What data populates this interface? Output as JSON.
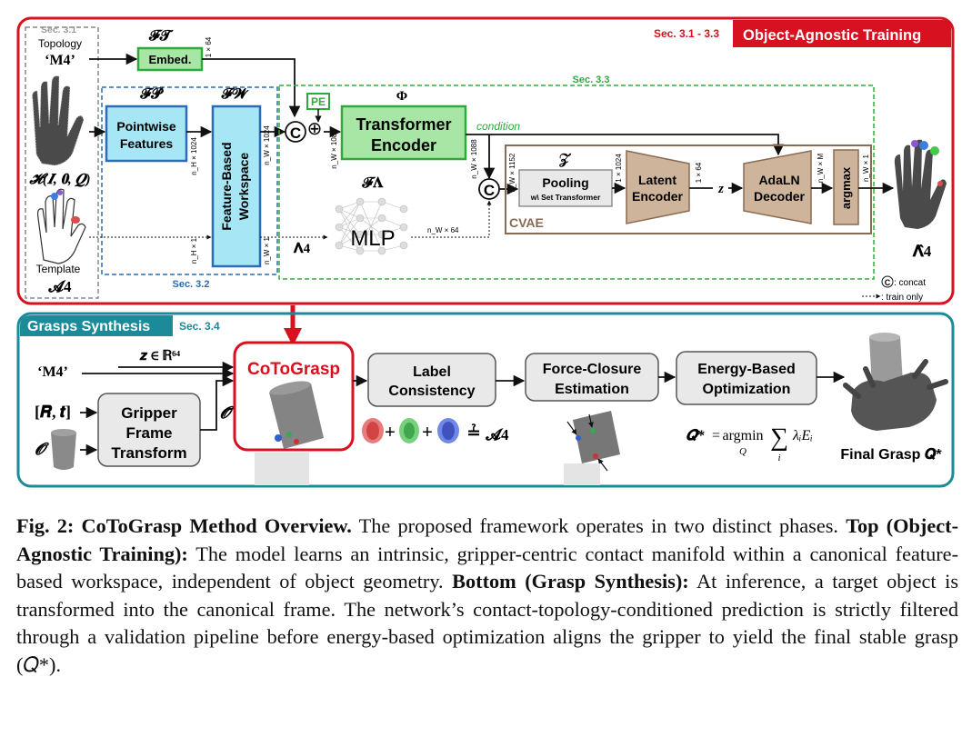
{
  "top": {
    "title": "Object-Agnostic Training",
    "sec_tag": "Sec. 3.1 - 3.3",
    "sec31": "Sec. 3.1",
    "sec32": "Sec. 3.2",
    "sec33": "Sec. 3.3",
    "topology_label": "Topology",
    "topology_value": "‘M4’",
    "f_t": "𝓕𝓣",
    "embed": "Embed.",
    "embed_dim": "1 × 64",
    "f_p": "𝓕𝓟",
    "f_w": "𝓕𝓦",
    "phi": "Φ",
    "pe": "PE",
    "pointwise_l1": "Pointwise",
    "pointwise_l2": "Features",
    "pointwise_dim_top": "n_H × 1024",
    "pointwise_dim_bot": "n_H × 1",
    "workspace_l1": "Feature-Based",
    "workspace_l2": "Workspace",
    "workspace_dim_top": "n_W × 1024",
    "workspace_dim_bot": "n_W × 1",
    "concat_dim": "n_W × 1088",
    "transformer_l1": "Transformer",
    "transformer_l2": "Encoder",
    "condition": "condition",
    "trans_dim": "n_W × 1088",
    "concat2_dim": "n_W × 1152",
    "z_cal": "𝒵",
    "pooling": "Pooling",
    "pooling_sub": "w\\ Set Transformer",
    "pool_dim": "1 × 1024",
    "latent_l1": "Latent",
    "latent_l2": "Encoder",
    "latent_dim": "1 × 64",
    "z": "z",
    "adaln_l1": "AdaLN",
    "adaln_l2": "Decoder",
    "adaln_dim": "n_W × M",
    "argmax": "argmax",
    "argmax_dim": "n_W × 1",
    "cvae": "CVAE",
    "f_lambda": "𝓕𝚲",
    "mlp": "MLP",
    "mlp_dim": "n_W × 64",
    "lambda4": "𝚲4",
    "lambda_hat": "𝚲̂4",
    "h_label": "𝓗(𝑰, 𝟎, 𝑸)",
    "template_label": "Template",
    "a4": "𝓐4",
    "legend_concat": ": concat",
    "legend_train": ": train only",
    "concat_symbol": "C"
  },
  "bottom": {
    "title": "Grasps Synthesis",
    "sec34": "Sec. 3.4",
    "z_in": "𝒛 ∈ ℝ⁶⁴",
    "m4": "‘M4’",
    "rt": "[𝑹, 𝒕]",
    "o": "𝓞",
    "o_tilde": "𝓞̃",
    "gripper_l1": "Gripper",
    "gripper_l2": "Frame",
    "gripper_l3": "Transform",
    "cotograsp": "CoToGrasp",
    "label_l1": "Label",
    "label_l2": "Consistency",
    "force_l1": "Force-Closure",
    "force_l2": "Estimation",
    "energy_l1": "Energy-Based",
    "energy_l2": "Optimization",
    "plus": "+",
    "q_eq": "=",
    "a4": "𝓐4",
    "q_star_lhs": "𝑸*",
    "argmin": "argmin",
    "argmin_sub": "Q",
    "sum": "∑",
    "sum_sub": "i",
    "lambda_e": "λᵢEᵢ",
    "final": "Final Grasp 𝑸*"
  },
  "caption": {
    "label": "Fig. 2: CoToGrasp Method Overview.",
    "intro": " The proposed framework operates in two distinct phases. ",
    "top_kw": "Top (Object-Agnostic Training):",
    "top_text": " The model learns an intrinsic, gripper-centric contact manifold within a canonical feature-based workspace, independent of object geometry. ",
    "bottom_kw": "Bottom (Grasp Synthesis):",
    "bottom_text": " At inference, a target object is transformed into the canonical frame. The network’s contact-topology-conditioned prediction is strictly filtered through a validation pipeline before energy-based optimization aligns the gripper to yield the final stable grasp (𝑄*)."
  },
  "colors": {
    "red": "#d7111f",
    "teal": "#1b8a99",
    "green": "#2eaa3c",
    "blue_box": "#a6e6f5",
    "blue_dash": "#2b6cb5",
    "brown": "#8a6a52",
    "brown_fill": "#cfb49c",
    "gray_box": "#e9e9e9"
  }
}
